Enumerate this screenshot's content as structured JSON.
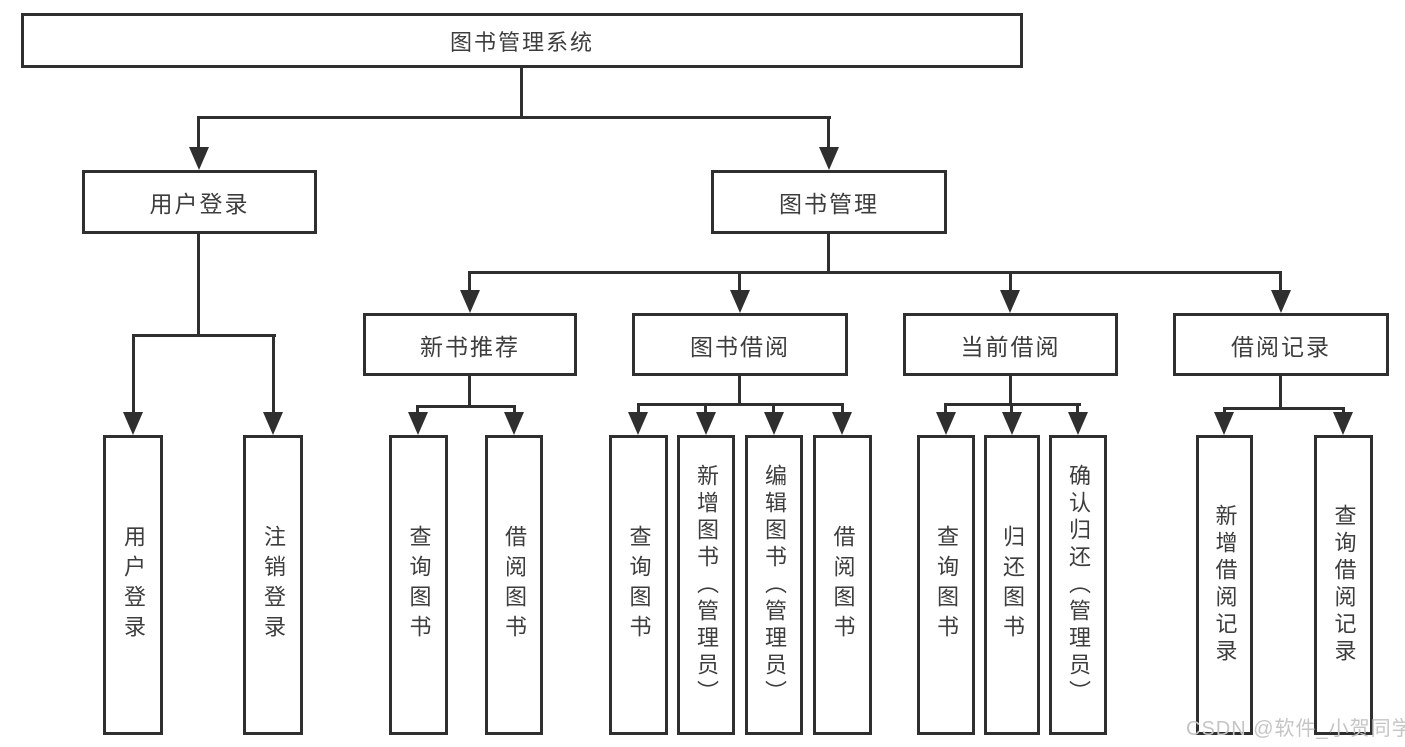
{
  "diagram": {
    "root": {
      "label": "图书管理系统"
    },
    "branches": [
      {
        "label": "用户登录",
        "children": [
          {
            "label": "用户登录"
          },
          {
            "label": "注销登录"
          }
        ]
      },
      {
        "label": "图书管理",
        "sections": [
          {
            "label": "新书推荐",
            "children": [
              {
                "label": "查询图书"
              },
              {
                "label": "借阅图书"
              }
            ]
          },
          {
            "label": "图书借阅",
            "children": [
              {
                "label": "查询图书"
              },
              {
                "label": "新增图书（管理员）"
              },
              {
                "label": "编辑图书（管理员）"
              },
              {
                "label": "借阅图书"
              }
            ]
          },
          {
            "label": "当前借阅",
            "children": [
              {
                "label": "查询图书"
              },
              {
                "label": "归还图书"
              },
              {
                "label": "确认归还（管理员）"
              }
            ]
          },
          {
            "label": "借阅记录",
            "children": [
              {
                "label": "新增借阅记录"
              },
              {
                "label": "查询借阅记录"
              }
            ]
          }
        ]
      }
    ]
  },
  "watermark": {
    "text": "CSDN @软件_小贺同学"
  },
  "colors": {
    "line": "#2f2f2f",
    "text": "#3d3d3d",
    "watermark": "#c5c5c5",
    "background": "#ffffff"
  }
}
